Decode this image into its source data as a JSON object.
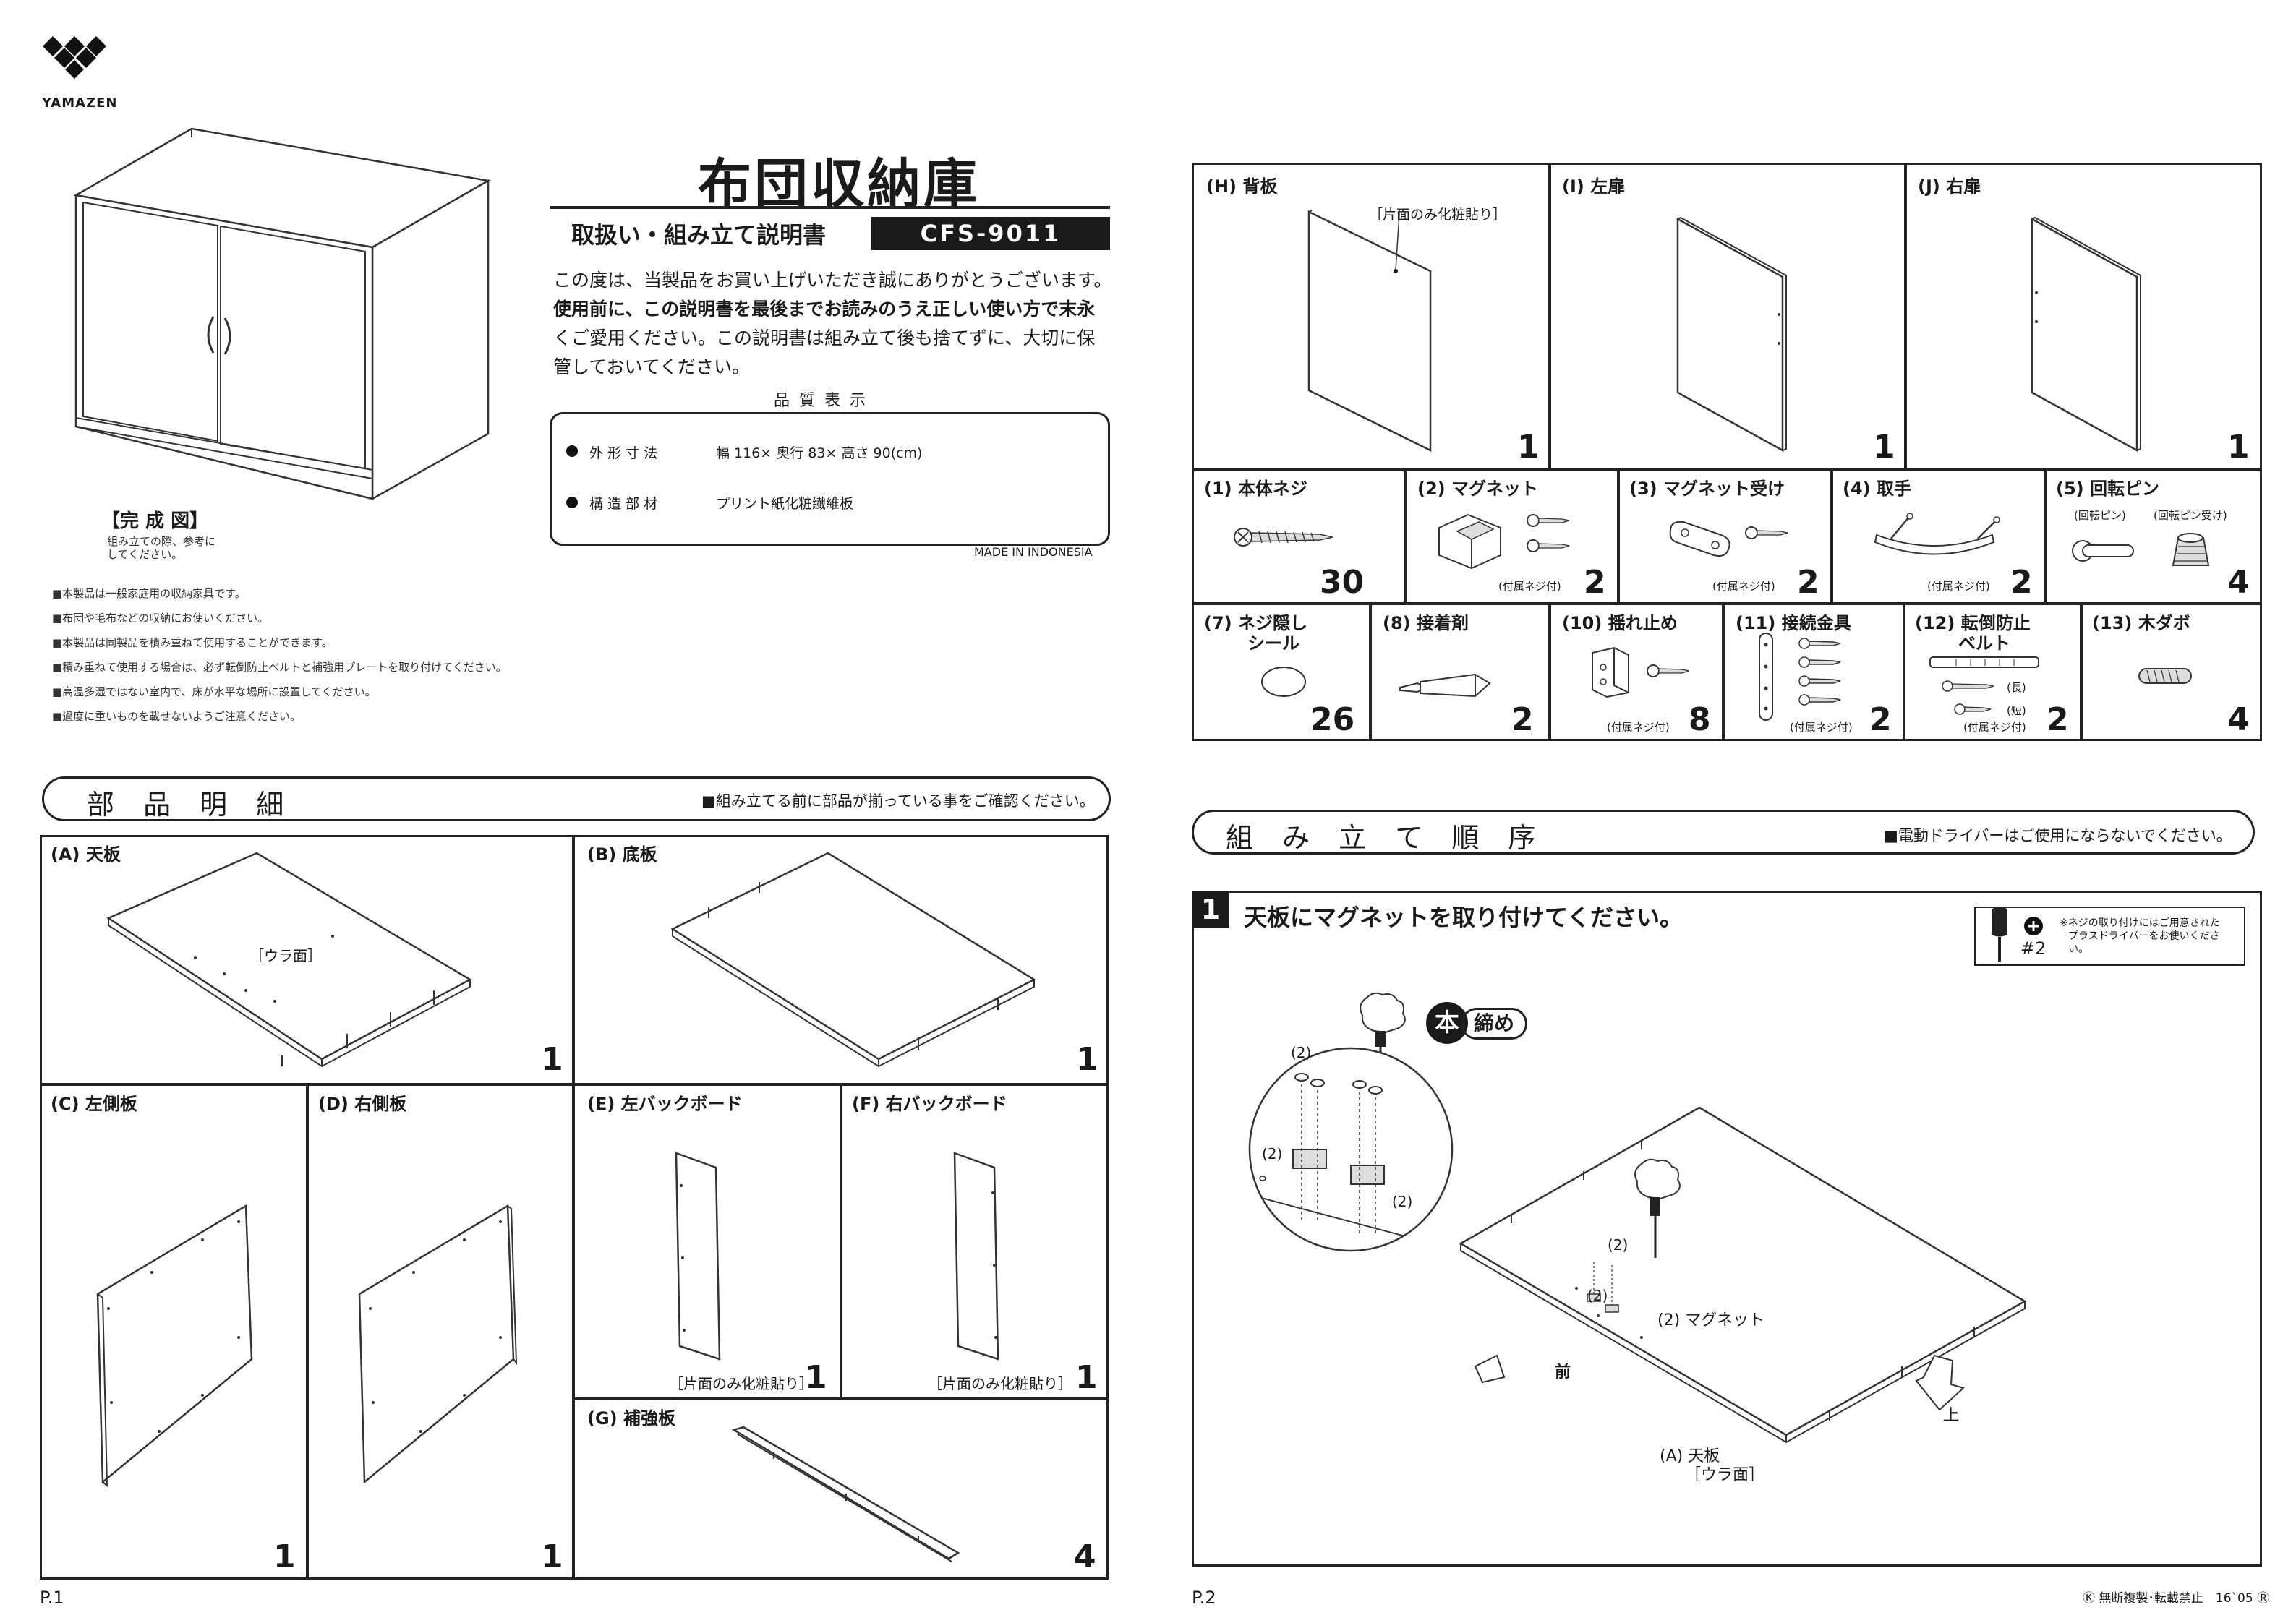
{
  "brand": {
    "name": "YAMAZEN"
  },
  "title": "布団収納庫",
  "subtitle": "取扱い・組み立て説明書",
  "model": "CFS-9011",
  "intro": {
    "line1": "この度は、当製品をお買い上げいただき誠にありがとうございます。",
    "line2": "使用前に、この説明書を最後までお読みのうえ正しい使い方で末永",
    "line3": "くご愛用ください。この説明書は組み立て後も捨てずに、大切に保",
    "line4": "管しておいてください。"
  },
  "quality": {
    "heading": "品 質 表 示",
    "rows": [
      {
        "label": "外 形 寸 法",
        "value": "幅 116× 奥行 83× 高さ 90(cm)"
      },
      {
        "label": "構 造 部 材",
        "value": "プリント紙化粧繊維板"
      }
    ],
    "made_in": "MADE IN INDONESIA"
  },
  "completed": {
    "label": "【完 成 図】",
    "note1": "組み立ての際、参考に",
    "note2": "してください。"
  },
  "notices": [
    "■本製品は一般家庭用の収納家具です。",
    "■布団や毛布などの収納にお使いください。",
    "■本製品は同製品を積み重ねて使用することができます。",
    "■積み重ねて使用する場合は、必ず転倒防止ベルトと補強用プレートを取り付けてください。",
    "■高温多湿ではない室内で、床が水平な場所に設置してください。",
    "■過度に重いものを載せないようご注意ください。"
  ],
  "parts_section": {
    "title": "部 品 明 細",
    "note": "■組み立てる前に部品が揃っている事をご確認ください。",
    "panels": [
      {
        "label": "(A) 天板",
        "qty": "1",
        "sub": "［ウラ面］"
      },
      {
        "label": "(B) 底板",
        "qty": "1"
      },
      {
        "label": "(C) 左側板",
        "qty": "1"
      },
      {
        "label": "(D) 右側板",
        "qty": "1"
      },
      {
        "label": "(E) 左バックボード",
        "qty": "1",
        "sub": "［片面のみ化粧貼り］"
      },
      {
        "label": "(F) 右バックボード",
        "qty": "1",
        "sub": "［片面のみ化粧貼り］"
      },
      {
        "label": "(G) 補強板",
        "qty": "4"
      }
    ]
  },
  "parts_p2": {
    "panels": [
      {
        "label": "(H) 背板",
        "qty": "1",
        "sub": "［片面のみ化粧貼り］"
      },
      {
        "label": "(I) 左扉",
        "qty": "1"
      },
      {
        "label": "(J) 右扉",
        "qty": "1"
      }
    ],
    "hardware_row1": [
      {
        "label": "(1) 本体ネジ",
        "qty": "30"
      },
      {
        "label": "(2) マグネット",
        "qty": "2",
        "sub": "(付属ネジ付)"
      },
      {
        "label": "(3) マグネット受け",
        "qty": "2",
        "sub": "(付属ネジ付)"
      },
      {
        "label": "(4) 取手",
        "qty": "2",
        "sub": "(付属ネジ付)"
      },
      {
        "label": "(5) 回転ピン",
        "qty": "4",
        "sub1": "(回転ピン)",
        "sub2": "(回転ピン受け)"
      }
    ],
    "hardware_row2": [
      {
        "label": "(7) ネジ隠し",
        "label2": "シール",
        "qty": "26"
      },
      {
        "label": "(8) 接着剤",
        "qty": "2"
      },
      {
        "label": "(10) 揺れ止め",
        "qty": "8",
        "sub": "(付属ネジ付)"
      },
      {
        "label": "(11) 接続金具",
        "qty": "2",
        "sub": "(付属ネジ付)"
      },
      {
        "label": "(12) 転倒防止",
        "label2": "ベルト",
        "qty": "2",
        "sub": "(付属ネジ付)",
        "long": "(長)",
        "short": "(短)"
      },
      {
        "label": "(13) 木ダボ",
        "qty": "4"
      }
    ]
  },
  "assembly": {
    "title": "組 み 立 て 順 序",
    "note": "■電動ドライバーはご使用にならないでください。",
    "step_number": "1",
    "step_text": "天板にマグネットを取り付けてください。",
    "driver_label": "#2",
    "driver_note1": "※ネジの取り付けにはご用意された",
    "driver_note2": "プラスドライバーをお使いくださ",
    "driver_note3": "い。",
    "hand_tight": "本",
    "hand_tight2": "締め",
    "callout_2": "(2)",
    "magnet_label": "(2) マグネット",
    "top_label": "(A) 天板",
    "top_sub": "［ウラ面］",
    "front": "前",
    "up": "上"
  },
  "footer": {
    "p1": "P.1",
    "p2": "P.2",
    "copyright": "Ⓚ 無断複製･転載禁止　16`05 Ⓡ"
  }
}
